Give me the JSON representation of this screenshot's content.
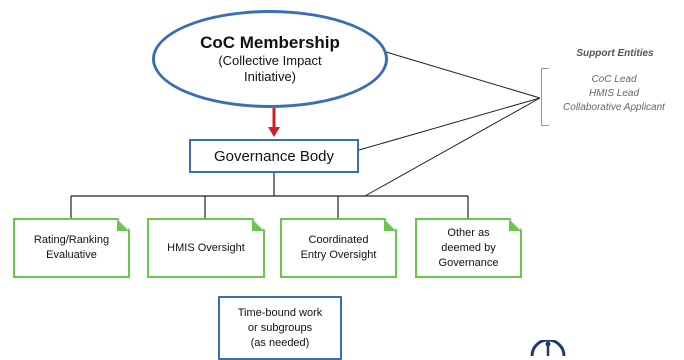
{
  "membership": {
    "title": "CoC Membership",
    "subtitle_line1": "(Collective Impact",
    "subtitle_line2": "Initiative)"
  },
  "governance": {
    "label": "Governance Body"
  },
  "subgroups": [
    {
      "line1": "Rating/Ranking",
      "line2": "Evaluative",
      "line3": ""
    },
    {
      "line1": "HMIS Oversight",
      "line2": "",
      "line3": ""
    },
    {
      "line1": "Coordinated",
      "line2": "Entry Oversight",
      "line3": ""
    },
    {
      "line1": "Other as",
      "line2": "deemed by",
      "line3": "Governance"
    }
  ],
  "timebound": {
    "line1": "Time-bound work",
    "line2": "or subgroups",
    "line3": "(as needed)"
  },
  "support": {
    "title": "Support Entities",
    "items": [
      "CoC Lead",
      "HMIS Lead",
      "Collaborative Applicant"
    ]
  },
  "colors": {
    "ellipse_border": "#3a6fb5",
    "box_border": "#3a6fb5",
    "note_border": "#6cc54e",
    "arrow": "#d0202a",
    "connector": "#222222"
  },
  "icons": {
    "logo": "logo-icon"
  }
}
